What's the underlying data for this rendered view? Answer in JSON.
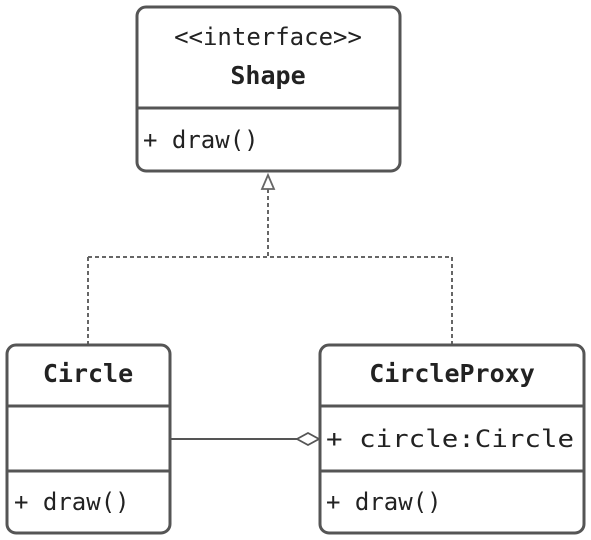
{
  "classes": {
    "shape": {
      "stereotype": "<<interface>>",
      "name": "Shape",
      "methods": [
        "+ draw()"
      ]
    },
    "circle": {
      "name": "Circle",
      "attributes": [],
      "methods": [
        "+ draw()"
      ]
    },
    "circle_proxy": {
      "name": "CircleProxy",
      "attributes": [
        "+ circle:Circle"
      ],
      "methods": [
        "+ draw()"
      ]
    }
  },
  "relationships": [
    {
      "type": "realization",
      "from": "Circle",
      "to": "Shape"
    },
    {
      "type": "realization",
      "from": "CircleProxy",
      "to": "Shape"
    },
    {
      "type": "aggregation",
      "whole": "CircleProxy",
      "part": "Circle"
    }
  ],
  "colors": {
    "border": "#555555",
    "text": "#222222",
    "background": "#ffffff"
  }
}
